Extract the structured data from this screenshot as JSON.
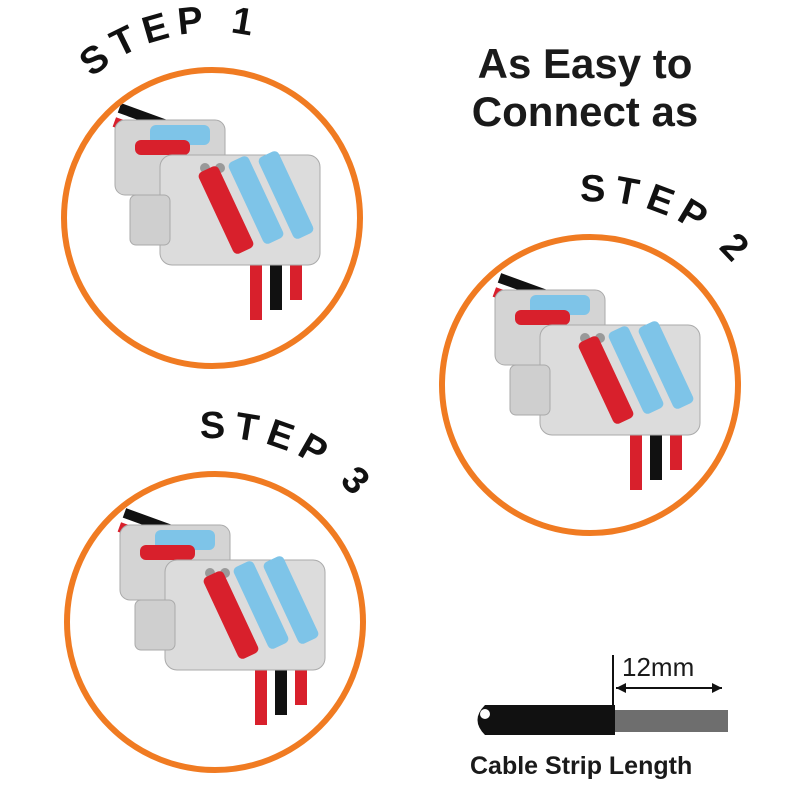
{
  "headline": {
    "line1": "As Easy to",
    "line2": "Connect as"
  },
  "steps": [
    {
      "label": "STEP 1"
    },
    {
      "label": "STEP 2"
    },
    {
      "label": "STEP 3"
    }
  ],
  "cable": {
    "dimension": "12mm",
    "caption": "Cable Strip Length"
  },
  "colors": {
    "ring": "#F07B22",
    "lever_red": "#D8202C",
    "lever_blue": "#7EC4E8",
    "body": "#D9D9D9"
  }
}
